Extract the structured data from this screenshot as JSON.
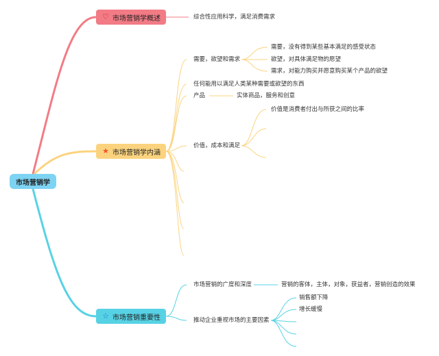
{
  "root": {
    "label": "市场营销学"
  },
  "branches": [
    {
      "label": "市场营销学概述",
      "icon": "♡",
      "color": "#f27b85",
      "items": [
        {
          "label": "综合性应用科学，满足消费需求"
        }
      ]
    },
    {
      "label": "市场营销学内涵",
      "icon": "★",
      "color": "#fbd37e",
      "icon_color": "#f0542d",
      "items": [
        {
          "label": "需要，欲望和需求",
          "children": [
            {
              "label": "需要，没有得到某些基本满足的感受状态"
            },
            {
              "label": "欲望，对具体满足物的愿望"
            },
            {
              "label": "需求，对能力购买并愿意购买某个产品的欲望"
            }
          ]
        },
        {
          "label": "任何能用以满足人类某种需要或欲望的东西"
        },
        {
          "label": "产品",
          "children": [
            {
              "label": "实体商品，服务和创意"
            }
          ]
        },
        {
          "label": "价值，成本和满足",
          "children": [
            {
              "label": "价值是消费者付出与所获之间的比率"
            }
          ]
        }
      ]
    },
    {
      "label": "市场营销重要性",
      "icon": "☆",
      "color": "#57d2e4",
      "icon_color": "#1a6fd6",
      "items": [
        {
          "label": "市场营销的广度和深度",
          "children": [
            {
              "label": "营销的客体，主体，对象，获益者，营销创造的效果"
            }
          ]
        },
        {
          "label": "推动企业重视市场的主要因素",
          "children": [
            {
              "label": "销售额下降"
            },
            {
              "label": "增长缓慢"
            }
          ]
        }
      ]
    }
  ]
}
